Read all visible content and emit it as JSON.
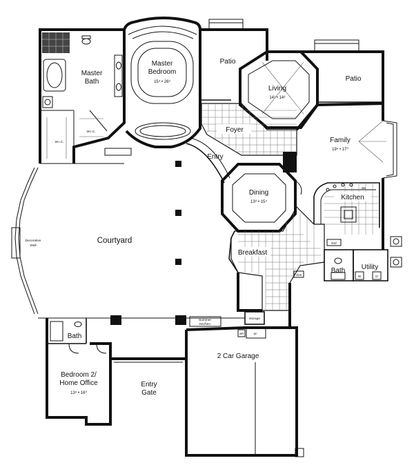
{
  "rooms": {
    "master_bath": {
      "name_line1": "Master",
      "name_line2": "Bath"
    },
    "master_bedroom": {
      "name_line1": "Master",
      "name_line2": "Bedroom",
      "dims": "15⁴ • 26⁶"
    },
    "patio_left": {
      "name": "Patio"
    },
    "patio_right": {
      "name": "Patio"
    },
    "living": {
      "name": "Living",
      "dims": "14¹ • 14⁸"
    },
    "foyer": {
      "name": "Foyer"
    },
    "entry": {
      "name": "Entry"
    },
    "family": {
      "name": "Family",
      "dims": "19⁴ • 17⁰"
    },
    "dining": {
      "name": "Dining",
      "dims": "13⁸ • 15⁴"
    },
    "kitchen": {
      "name": "Kitchen"
    },
    "courtyard": {
      "name": "Courtyard"
    },
    "decorative_wall": {
      "line1": "Decorative",
      "line2": "Wall"
    },
    "breakfast": {
      "name": "Breakfast"
    },
    "bath_center": {
      "name": "Bath"
    },
    "utility": {
      "name": "Utility"
    },
    "wic_left": {
      "name": "W.I.C."
    },
    "wic_right": {
      "name": "W.I.C."
    },
    "summer_kitchen": {
      "line1": "Summer",
      "line2": "Kitchen"
    },
    "storage": {
      "name": "storage"
    },
    "bath_lower": {
      "name": "Bath"
    },
    "bedroom2": {
      "line1": "Bedroom 2/",
      "line2": "Home Office",
      "dims": "13⁴ • 16⁰"
    },
    "entry_gate": {
      "line1": "Entry",
      "line2": "Gate"
    },
    "garage": {
      "name": "2 Car Garage"
    }
  },
  "fixtures": {
    "ref": "Ref",
    "dw": "dw",
    "wh": "wh",
    "ac": "ac",
    "washer": "W",
    "dryer": "D",
    "pantry": "clos"
  }
}
